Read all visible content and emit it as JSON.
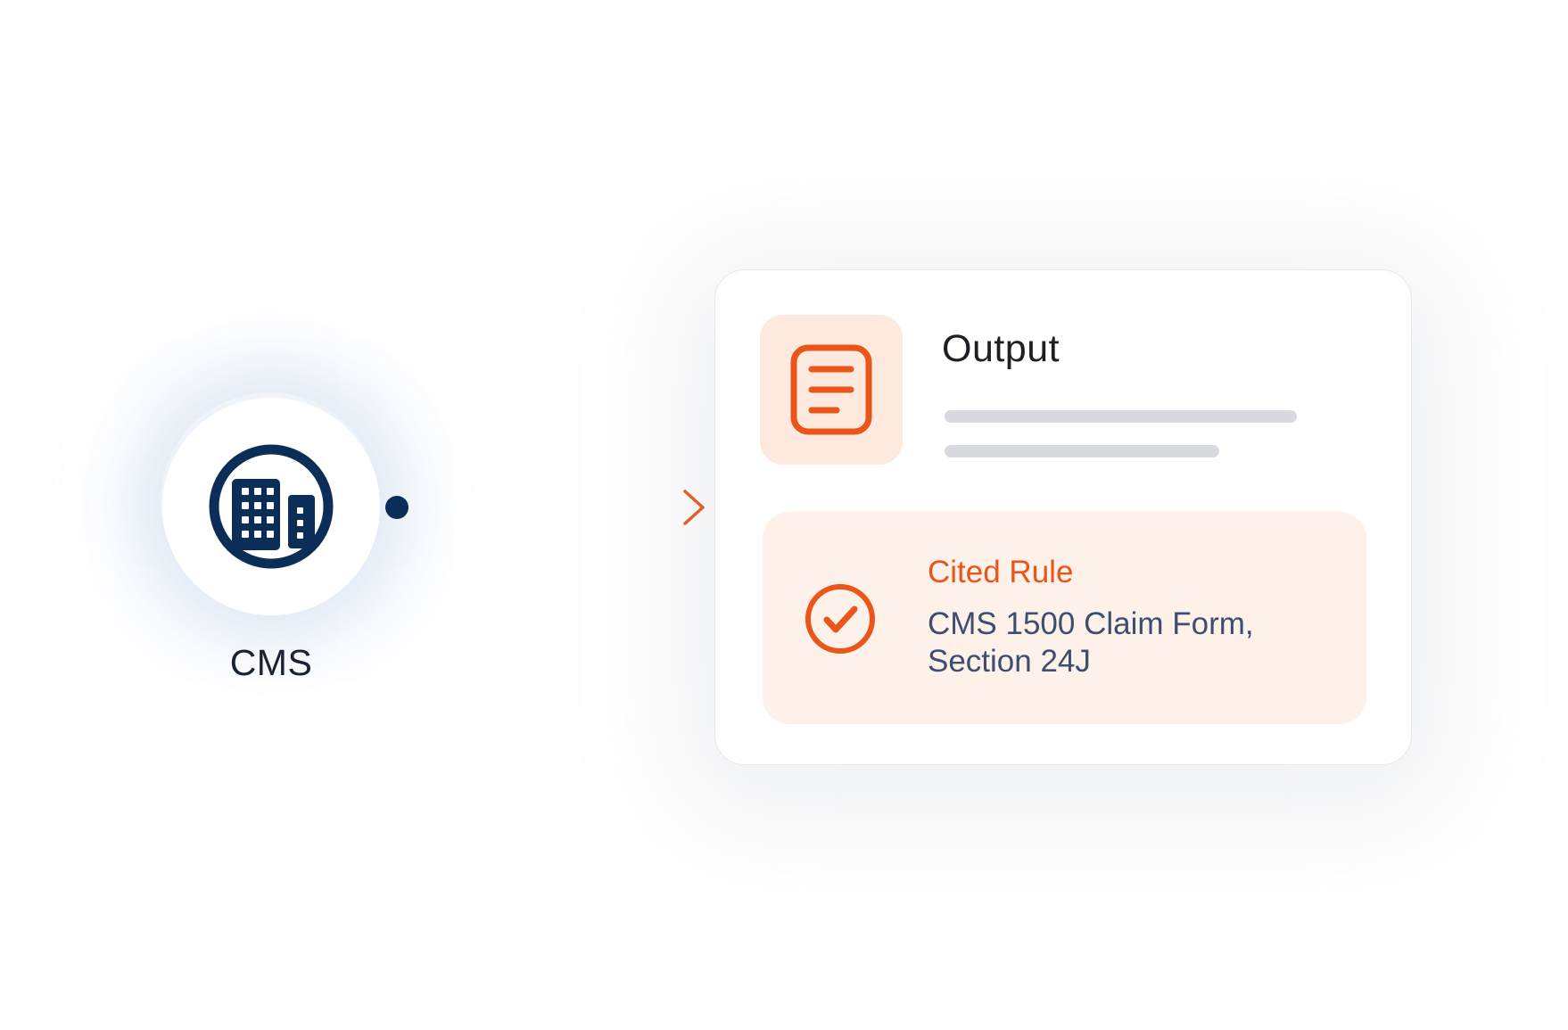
{
  "source": {
    "label": "CMS",
    "icon": "buildings-icon",
    "icon_color": "#0b2e59"
  },
  "connector": {
    "start_color": "#0b2e59",
    "end_color": "#ea5519",
    "icon": "arrow-right-icon"
  },
  "output_card": {
    "title": "Output",
    "icon": "document-lines-icon",
    "accent_color": "#ea5519",
    "cited_rule": {
      "heading": "Cited Rule",
      "line1": "CMS 1500 Claim Form,",
      "line2": "Section 24J",
      "icon": "check-circle-icon"
    }
  }
}
